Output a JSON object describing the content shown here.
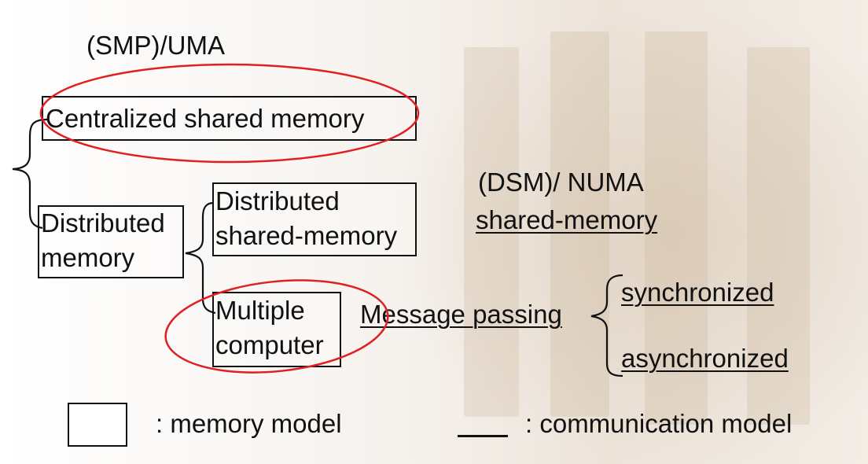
{
  "labels": {
    "smp_uma": "(SMP)/UMA",
    "centralized": "Centralized shared memory",
    "distributed_memory_l1": "Distributed",
    "distributed_memory_l2": "memory",
    "dsm_l1": "Distributed",
    "dsm_l2": "shared-memory",
    "multiple_l1": "Multiple",
    "multiple_l2": "computer",
    "dsm_numa": "(DSM)/ NUMA",
    "shared_memory": "shared-memory",
    "message_passing": "Message passing",
    "synchronized": "synchronized",
    "asynchronized": "asynchronized"
  },
  "legend": {
    "memory_model": ": memory model",
    "communication_model": ": communication model"
  },
  "colors": {
    "highlight_ellipse": "#e02020",
    "lines": "#111111"
  }
}
